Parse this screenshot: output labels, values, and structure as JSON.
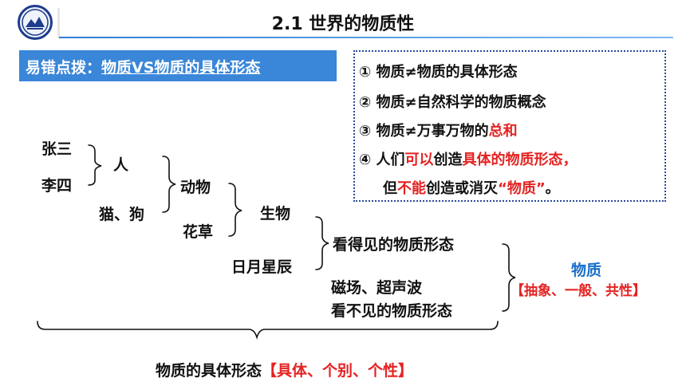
{
  "header": {
    "title": "2.1 世界的物质性"
  },
  "banner": {
    "prefix": "易错点拨：",
    "text": "物质VS物质的具体形态"
  },
  "notes": [
    {
      "num": "①",
      "parts": [
        {
          "t": "物质≠物质的具体形态",
          "red": false
        }
      ]
    },
    {
      "num": "②",
      "parts": [
        {
          "t": "物质≠自然科学的物质概念",
          "red": false
        }
      ]
    },
    {
      "num": "③",
      "parts": [
        {
          "t": "物质≠万事万物的",
          "red": false
        },
        {
          "t": "总和",
          "red": true
        }
      ]
    },
    {
      "num": "④",
      "parts": [
        {
          "t": "人们",
          "red": false
        },
        {
          "t": "可以",
          "red": true
        },
        {
          "t": "创造",
          "red": false
        },
        {
          "t": "具体的物质形态，",
          "red": true
        }
      ]
    },
    {
      "num": "",
      "parts": [
        {
          "t": "但",
          "red": false
        },
        {
          "t": "不能",
          "red": true
        },
        {
          "t": "创造或消灭",
          "red": false
        },
        {
          "t": "“物质”",
          "red": true
        },
        {
          "t": "。",
          "red": false
        }
      ]
    }
  ],
  "diagram": {
    "zhangsan": "张三",
    "lisi": "李四",
    "ren": "人",
    "maogou": "猫、狗",
    "dongwu": "动物",
    "huacao": "花草",
    "shengwu": "生物",
    "riyue": "日月星辰",
    "visible": "看得见的物质形态",
    "cichang": "磁场、超声波",
    "invisible": "看不见的物质形态",
    "wuzhi": "物质",
    "abstract": "【抽象、一般、共性】",
    "bottom_main": "物质的具体形态",
    "bottom_tag": "【具体、个别、个性】"
  },
  "colors": {
    "accent_blue": "#3a86d8",
    "red": "#e52222",
    "label_blue": "#1a6fc9"
  }
}
